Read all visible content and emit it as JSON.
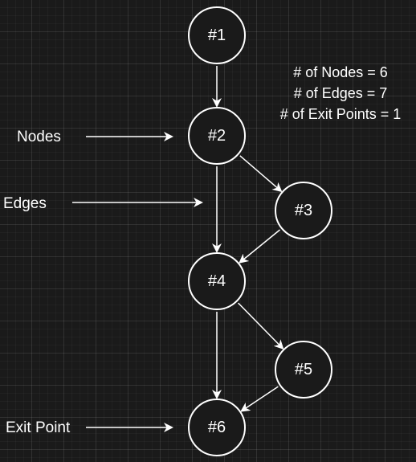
{
  "diagram": {
    "background_color": "#1a1a1a",
    "stroke_color": "#ffffff",
    "nodes": [
      {
        "id": "n1",
        "label": "#1"
      },
      {
        "id": "n2",
        "label": "#2"
      },
      {
        "id": "n3",
        "label": "#3"
      },
      {
        "id": "n4",
        "label": "#4"
      },
      {
        "id": "n5",
        "label": "#5"
      },
      {
        "id": "n6",
        "label": "#6"
      }
    ],
    "edges": [
      {
        "from": "n1",
        "to": "n2"
      },
      {
        "from": "n2",
        "to": "n3"
      },
      {
        "from": "n2",
        "to": "n4"
      },
      {
        "from": "n3",
        "to": "n4"
      },
      {
        "from": "n4",
        "to": "n5"
      },
      {
        "from": "n4",
        "to": "n6"
      },
      {
        "from": "n5",
        "to": "n6"
      }
    ],
    "stats": [
      "# of Nodes = 6",
      "# of Edges = 7",
      "# of Exit Points = 1"
    ],
    "annotations": {
      "nodes": "Nodes",
      "edges": "Edges",
      "exit_point": "Exit Point"
    }
  }
}
